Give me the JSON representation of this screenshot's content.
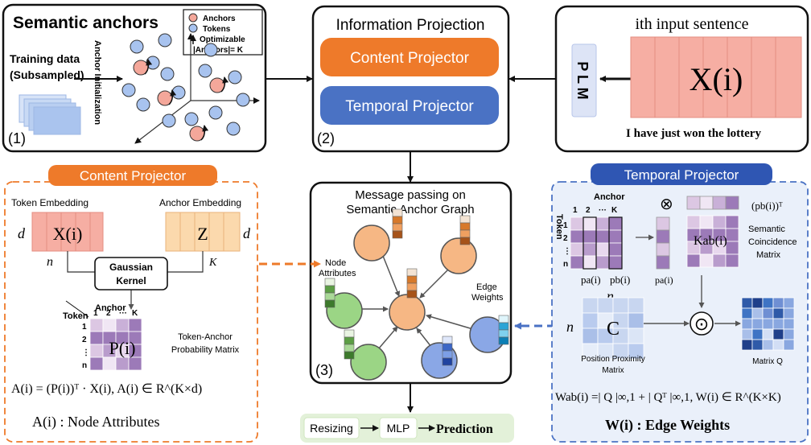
{
  "panel1": {
    "title": "Semantic  anchors",
    "training_line1": "Training data",
    "training_line2": "(Subsampled)",
    "init_label": "Anchor  Initialization",
    "legend_anchors": "Anchors",
    "legend_tokens": "Tokens",
    "legend_optimizable": "Optimizable",
    "legend_count": "|Anchors|= K",
    "step": "(1)"
  },
  "panel2": {
    "title": "Information Projection",
    "content_btn": "Content Projector",
    "temporal_btn": "Temporal Projector",
    "step": "(2)"
  },
  "panel_input": {
    "title": "ith input sentence",
    "plm": "P L M",
    "matrix_symbol": "X(i)",
    "sentence": "I have just won the lottery"
  },
  "content": {
    "tab": "Content Projector",
    "token_emb": "Token  Embedding",
    "anchor_emb": "Anchor  Embedding",
    "d_left": "d",
    "d_right": "d",
    "x_symbol": "X(i)",
    "z_symbol": "Z",
    "n_label": "n",
    "k_label": "K",
    "kernel_line1": "Gaussian",
    "kernel_line2": "Kernel",
    "anchor_hdr": "Anchor",
    "token_hdr": "Token",
    "col_labels": [
      "1",
      "2",
      "···",
      "K"
    ],
    "row_labels": [
      "1",
      "2",
      "⋮",
      "n"
    ],
    "p_symbol": "P(i)",
    "matrix_desc1": "Token-Anchor",
    "matrix_desc2": "Probability Matrix",
    "formula": "A(i) = (P(i))ᵀ · X(i),  A(i) ∈ R^(K×d)",
    "caption": "A(i) : Node  Attributes"
  },
  "center": {
    "title1": "Message passing on",
    "title2": "Semantic Anchor Graph",
    "node_attr1": "Node",
    "node_attr2": "Attributes",
    "edge_w1": "Edge",
    "edge_w2": "Weights",
    "step": "(3)",
    "pipe_resizing": "Resizing",
    "pipe_mlp": "MLP",
    "pipe_prediction": "Prediction"
  },
  "temporal": {
    "tab": "Temporal Projector",
    "anchor_hdr": "Anchor",
    "token_hdr": "Token",
    "col_labels": [
      "1",
      "2",
      "···",
      "K"
    ],
    "row_labels": [
      "1",
      "2",
      "⋮",
      "n"
    ],
    "otimes": "⊗",
    "pbt": "(pb(i))ᵀ",
    "pa": "pa(i)",
    "pb": "pb(i)",
    "pa2": "pa(i)",
    "k_symbol": "Kab(i)",
    "sem_line1": "Semantic",
    "sem_line2": "Coincidence",
    "sem_line3": "Matrix",
    "n_top": "n",
    "n_left": "n",
    "c_symbol": "C",
    "odot": "⊙",
    "pos_line1": "Position Proximity",
    "pos_line2": "Matrix",
    "q_label": "Matrix  Q",
    "formula": "Wab(i) =| Q |∞,1 + | Qᵀ |∞,1,  W(i) ∈ R^(K×K)",
    "caption": "W(i) : Edge  Weights"
  },
  "colors": {
    "content_orange": "#ee7a2a",
    "temporal_blue": "#4a72c4",
    "anchor_pink": "#f4a79a",
    "token_blue": "#a8c3ef",
    "node_orange": "#f6b784",
    "node_green": "#9bd585",
    "node_blue": "#8aa7e6",
    "pipeline_green": "#e3f1d9"
  }
}
